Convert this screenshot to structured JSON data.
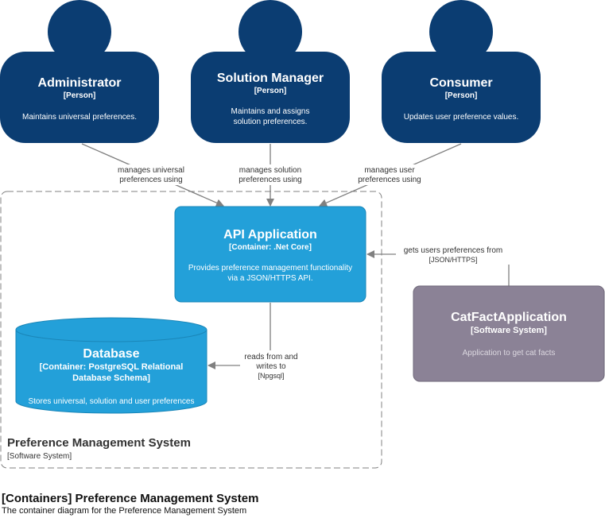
{
  "colors": {
    "person": "#0b3d72",
    "container": "#23a0d9",
    "external": "#8b8296",
    "boundary": "#808080",
    "edge": "#808080",
    "text_dark": "#333333"
  },
  "persons": [
    {
      "name": "Administrator",
      "type": "[Person]",
      "desc": [
        "Maintains universal preferences."
      ]
    },
    {
      "name": "Solution Manager",
      "type": "[Person]",
      "desc": [
        "Maintains and assigns",
        "solution preferences."
      ]
    },
    {
      "name": "Consumer",
      "type": "[Person]",
      "desc": [
        "Updates user preference values."
      ]
    }
  ],
  "api": {
    "name": "API Application",
    "type": "[Container: .Net Core]",
    "desc": [
      "Provides preference management functionality",
      "via a JSON/HTTPS API."
    ]
  },
  "database": {
    "name": "Database",
    "type": [
      "[Container: PostgreSQL Relational",
      "Database Schema]"
    ],
    "desc": "Stores universal, solution and user preferences"
  },
  "external": {
    "name": "CatFactApplication",
    "type": "[Software System]",
    "desc": "Application to get cat facts"
  },
  "boundary": {
    "name": "Preference Management System",
    "type": "[Software System]"
  },
  "edges": {
    "admin": [
      "manages universal",
      "preferences using"
    ],
    "solution": [
      "manages solution",
      "preferences using"
    ],
    "consumer": [
      "manages user",
      "preferences using"
    ],
    "catfact": {
      "label": "gets users preferences from",
      "tech": "[JSON/HTTPS]"
    },
    "db": {
      "label": [
        "reads from and",
        "writes to"
      ],
      "tech": "[Npgsql]"
    }
  },
  "diagram": {
    "title": "[Containers] Preference Management System",
    "subtitle": "The container diagram for the Preference Management System"
  }
}
